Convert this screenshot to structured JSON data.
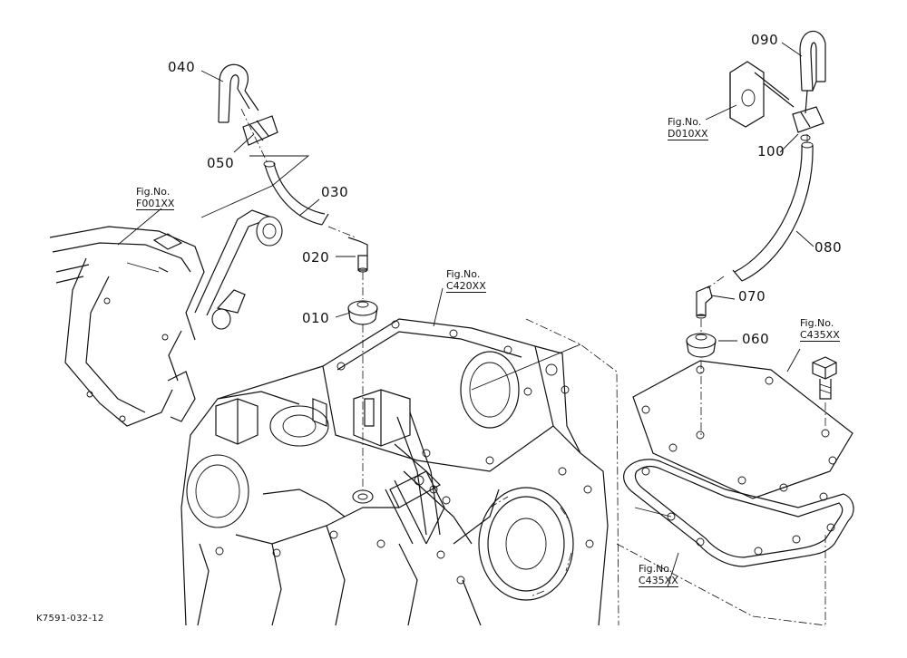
{
  "part_labels": [
    {
      "id": "p010",
      "text": "010"
    },
    {
      "id": "p020",
      "text": "020"
    },
    {
      "id": "p030",
      "text": "030"
    },
    {
      "id": "p040",
      "text": "040"
    },
    {
      "id": "p050",
      "text": "050"
    },
    {
      "id": "p060",
      "text": "060"
    },
    {
      "id": "p070",
      "text": "070"
    },
    {
      "id": "p080",
      "text": "080"
    },
    {
      "id": "p090",
      "text": "090"
    },
    {
      "id": "p100",
      "text": "100"
    }
  ],
  "figure_refs": [
    {
      "id": "f001",
      "line1": "Fig.No.",
      "line2": "F001XX"
    },
    {
      "id": "c420",
      "line1": "Fig.No.",
      "line2": "C420XX"
    },
    {
      "id": "d010",
      "line1": "Fig.No.",
      "line2": "D010XX"
    },
    {
      "id": "c435a",
      "line1": "Fig.No.",
      "line2": "C435XX"
    },
    {
      "id": "c435b",
      "line1": "Fig.No.",
      "line2": "C435XX"
    }
  ],
  "drawing_code": "K7591-032-12"
}
